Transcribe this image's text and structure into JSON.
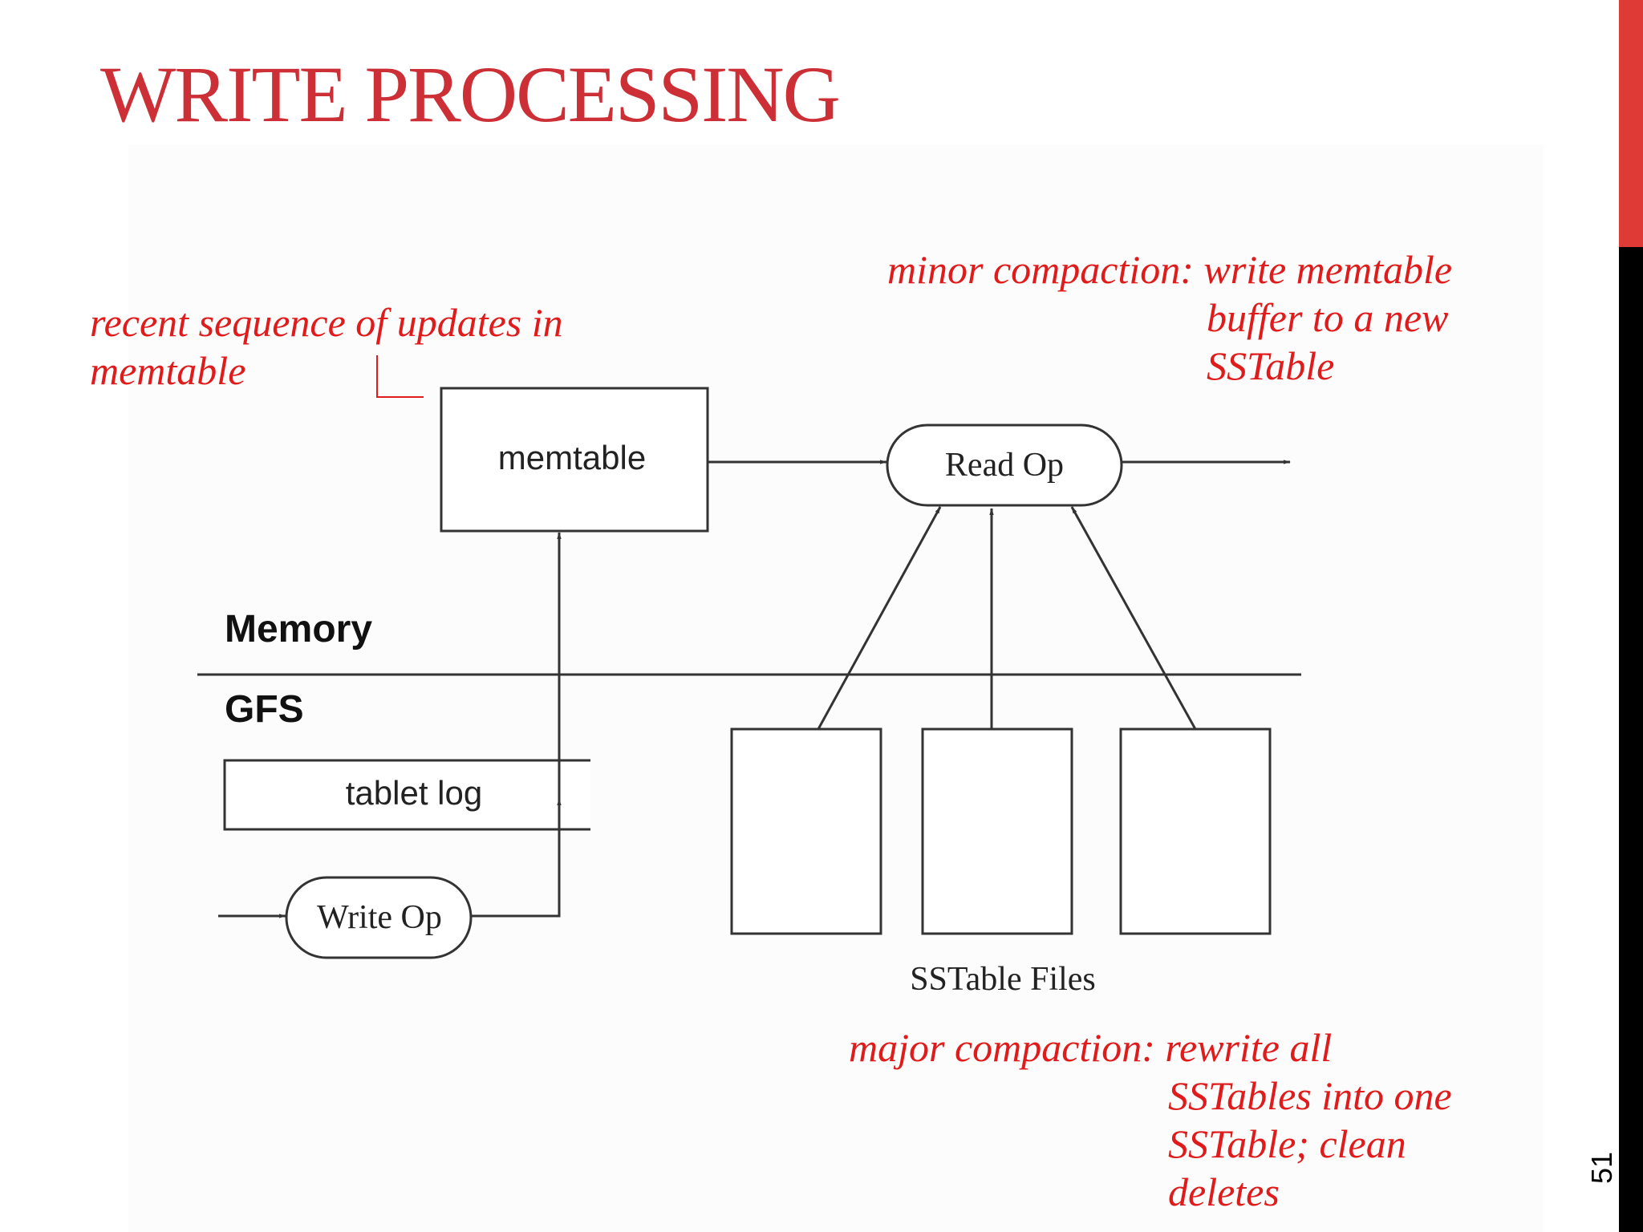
{
  "slide": {
    "title": "WRITE PROCESSING",
    "page_number": "51"
  },
  "diagram": {
    "memtable_label": "memtable",
    "read_op_label": "Read Op",
    "memory_label": "Memory",
    "gfs_label": "GFS",
    "tablet_log_label": "tablet log",
    "write_op_label": "Write Op",
    "sstable_files_label": "SSTable Files"
  },
  "annotations": {
    "recent_updates": [
      "recent sequence of updates in",
      "memtable"
    ],
    "minor_compaction": [
      "minor compaction: write memtable",
      "buffer to a new",
      "SSTable"
    ],
    "major_compaction": [
      "major compaction: rewrite all",
      "SSTables into one",
      "SSTable; clean",
      "deletes"
    ]
  },
  "colors": {
    "title": "#cc2f36",
    "annotation": "#e01b1b",
    "accent_bar": "#de3b37",
    "side_bar": "#000000",
    "diagram_line": "#333333"
  }
}
